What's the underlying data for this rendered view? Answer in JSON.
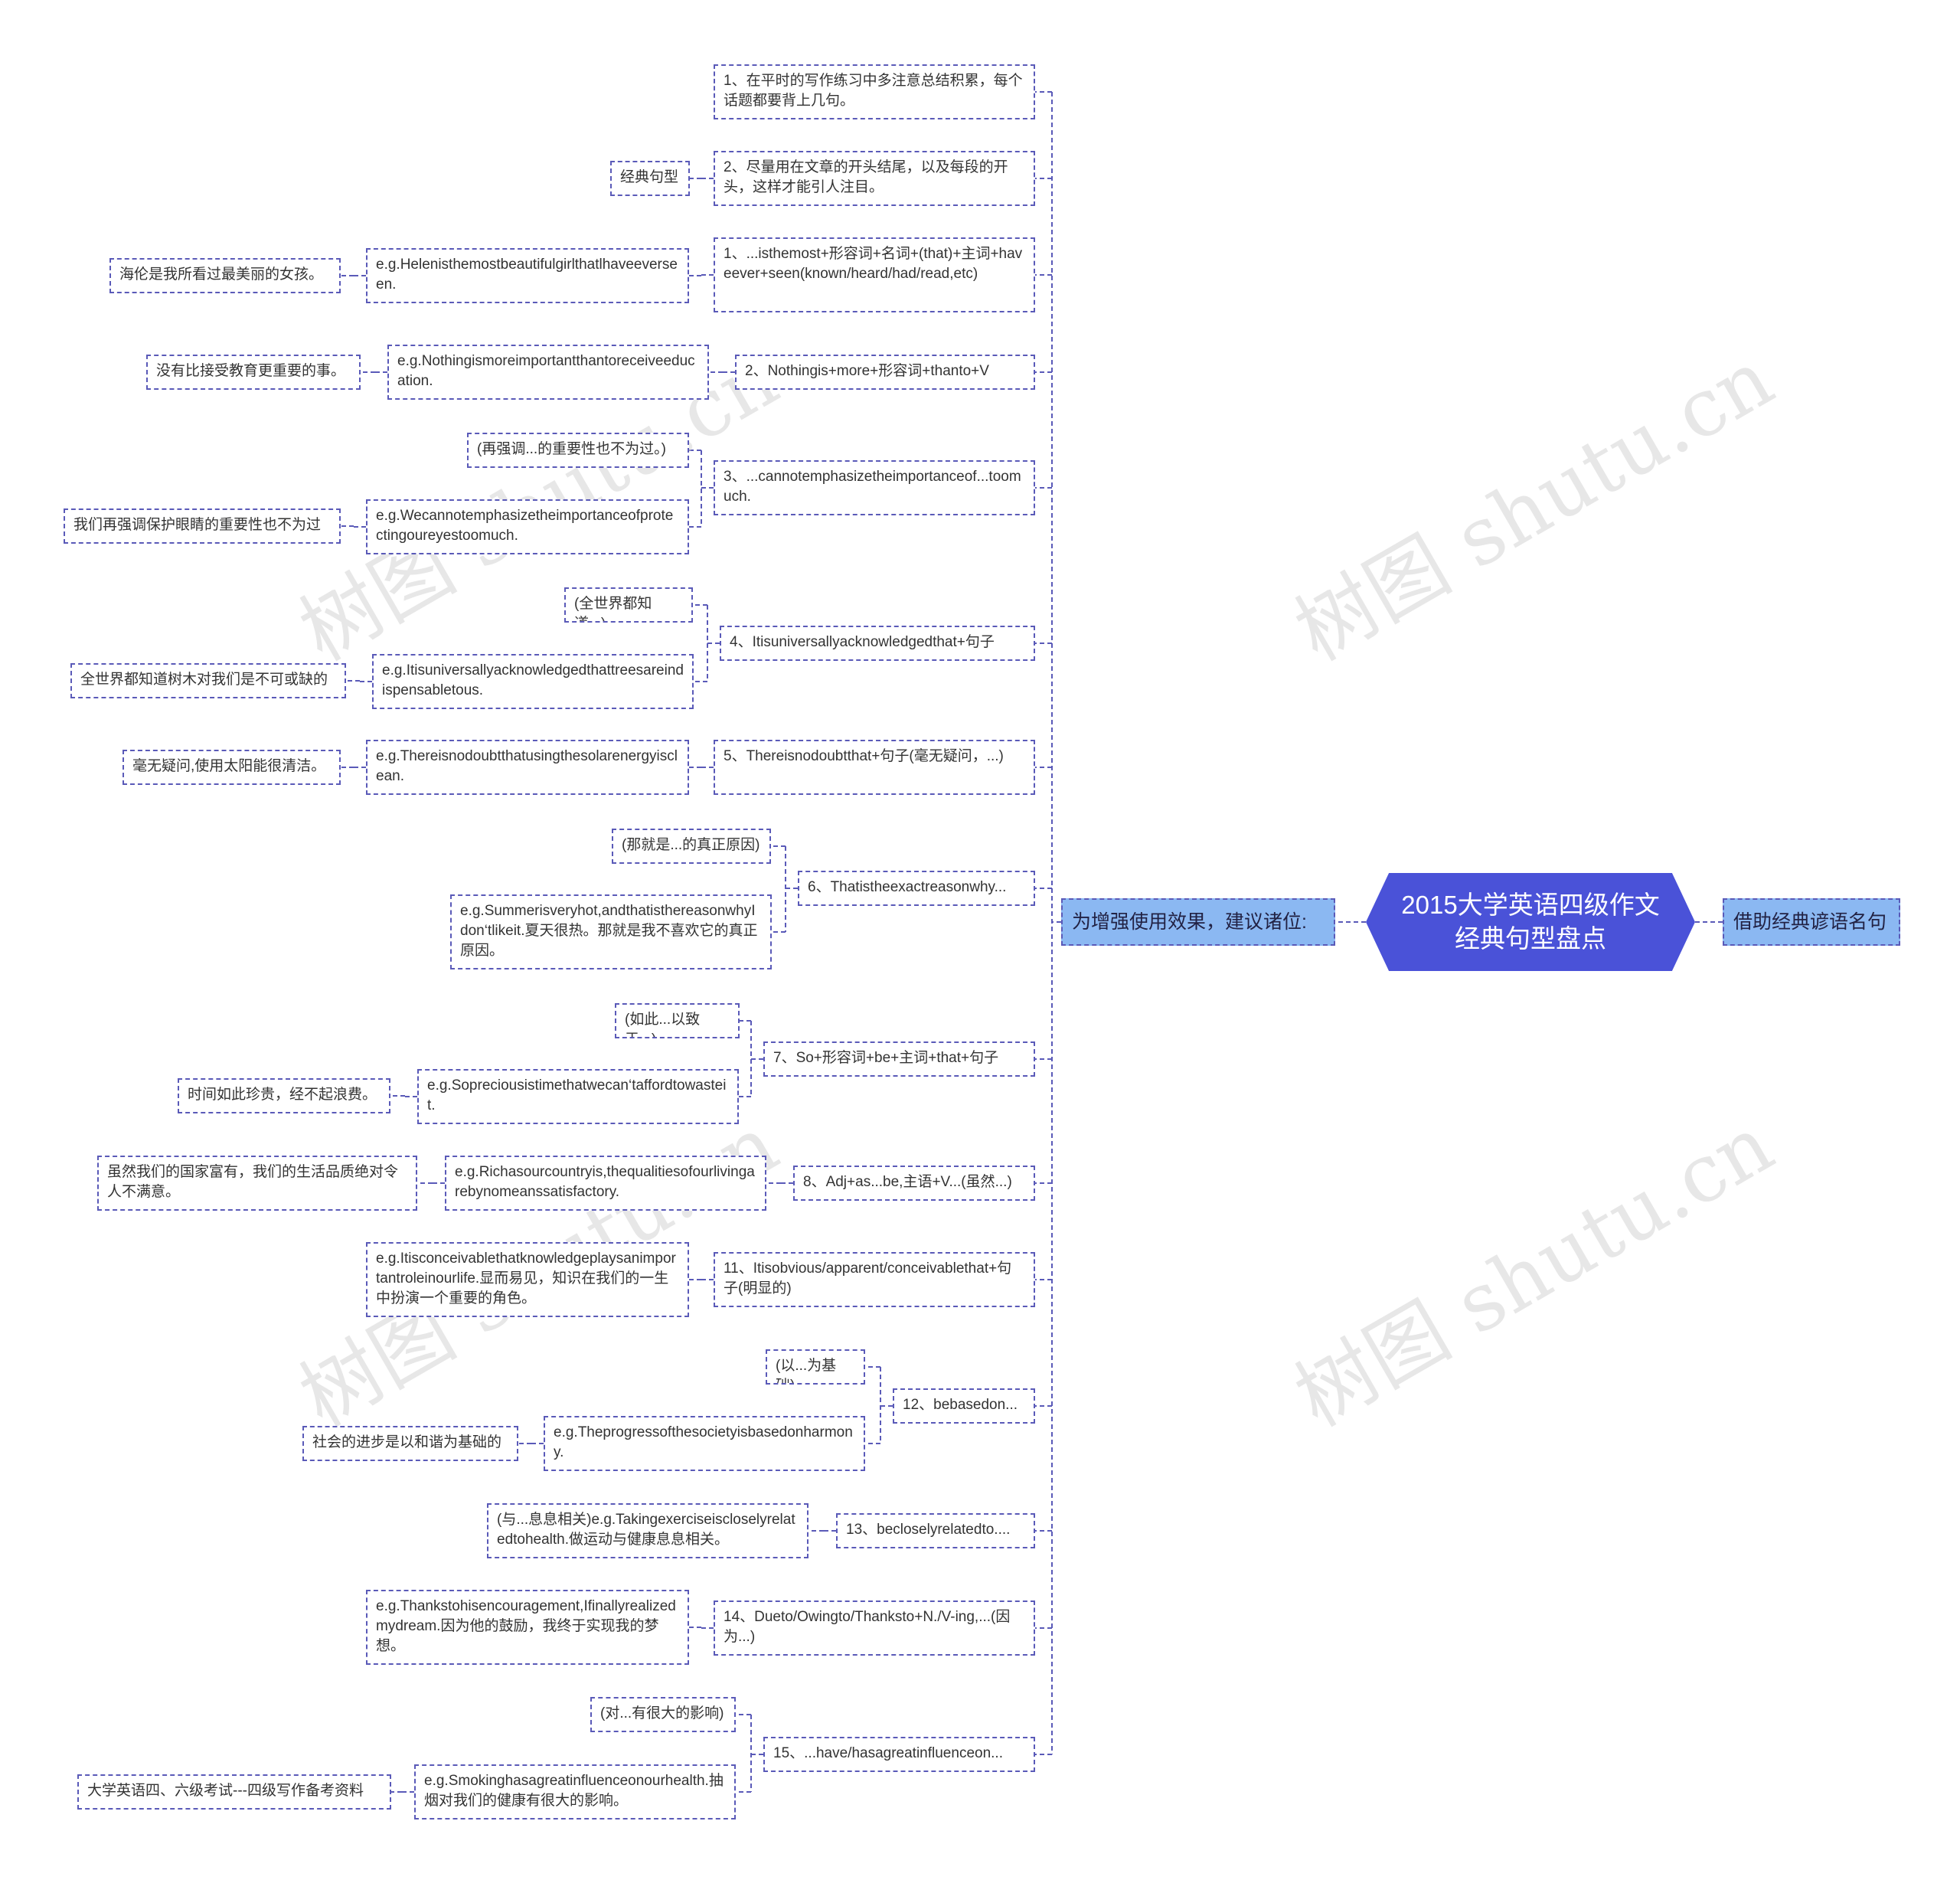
{
  "root": {
    "title": "2015大学英语四级作文经典句型盘点"
  },
  "left_branch": {
    "label": "为增强使用效果，建议诸位:"
  },
  "right_branch": {
    "label": "借助经典谚语名句"
  },
  "nodes": {
    "tip1": "1、在平时的写作练习中多注意总结积累，每个话题都要背上几句。",
    "tip2": "2、尽量用在文章的开头结尾，以及每段的开头，这样才能引人注目。",
    "classic": "经典句型",
    "p1": "1、...isthemost+形容词+名词+(that)+主词+haveever+seen(known/heard/had/read,etc)",
    "p1_ex": "e.g.Helenisthemostbeautifulgirlthatlhaveeverseen.",
    "p1_cn": "海伦是我所看过最美丽的女孩。",
    "p2": "2、Nothingis+more+形容词+thanto+V",
    "p2_ex": "e.g.Nothingismoreimportantthantoreceiveeducation.",
    "p2_cn": "没有比接受教育更重要的事。",
    "p3": "3、...cannotemphasizetheimportanceof...toomuch.",
    "p3_note": "(再强调...的重要性也不为过。)",
    "p3_ex": "e.g.Wecannotemphasizetheimportanceofprotectingoureyestoomuch.",
    "p3_cn": "我们再强调保护眼睛的重要性也不为过",
    "p4": "4、Itisuniversallyacknowledgedthat+句子",
    "p4_note": "(全世界都知道...)",
    "p4_ex": "e.g.Itisuniversallyacknowledgedthattreesareindispensabletous.",
    "p4_cn": "全世界都知道树木对我们是不可或缺的",
    "p5": "5、Thereisnodoubtthat+句子(毫无疑问，...)",
    "p5_ex": "e.g.Thereisnodoubtthatusingthesolarenergyisclean.",
    "p5_cn": "毫无疑问,使用太阳能很清洁。",
    "p6": "6、Thatistheexactreasonwhy...",
    "p6_note": "(那就是...的真正原因)",
    "p6_ex": "e.g.Summerisveryhot,andthatisthereasonwhyIdon‘tlikeit.夏天很热。那就是我不喜欢它的真正原因。",
    "p7": "7、So+形容词+be+主词+that+句子",
    "p7_note": "(如此...以致于...)",
    "p7_ex": "e.g.Sopreciousistimethatwecan‘taffordtowasteit.",
    "p7_cn": "时间如此珍贵，经不起浪费。",
    "p8": "8、Adj+as...be,主语+V...(虽然...)",
    "p8_ex": "e.g.Richasourcountryis,thequalitiesofourlivingarebynomeanssatisfactory.",
    "p8_cn": "虽然我们的国家富有，我们的生活品质绝对令人不满意。",
    "p11": "11、Itisobvious/apparent/conceivablethat+句子(明显的)",
    "p11_ex": "e.g.Itisconceivablethatknowledgeplaysanimportantroleinourlife.显而易见，知识在我们的一生中扮演一个重要的角色。",
    "p12": "12、bebasedon...",
    "p12_note": "(以...为基础)",
    "p12_ex": "e.g.Theprogressofthesocietyisbasedonharmony.",
    "p12_cn": "社会的进步是以和谐为基础的",
    "p13": "13、becloselyrelatedto....",
    "p13_ex": "(与...息息相关)e.g.Takingexerciseiscloselyrelatedtohealth.做运动与健康息息相关。",
    "p14": "14、Dueto/Owingto/Thanksto+N./V-ing,...(因为...)",
    "p14_ex": "e.g.Thankstohisencouragement,Ifinallyrealizedmydream.因为他的鼓励，我终于实现我的梦想。",
    "p15": "15、...have/hasagreatinfluenceon...",
    "p15_note": "(对...有很大的影响)",
    "p15_ex": "e.g.Smokinghasagreatinfluenceonourhealth.抽烟对我们的健康有很大的影响。",
    "p15_cn": "大学英语四、六级考试---四级写作备考资料"
  },
  "watermark": "树图 shutu.cn",
  "colors": {
    "root_bg": "#4a52d8",
    "branch_bg": "#8bb8f2",
    "border": "#5a5ab8",
    "line": "#5a5ab8"
  }
}
